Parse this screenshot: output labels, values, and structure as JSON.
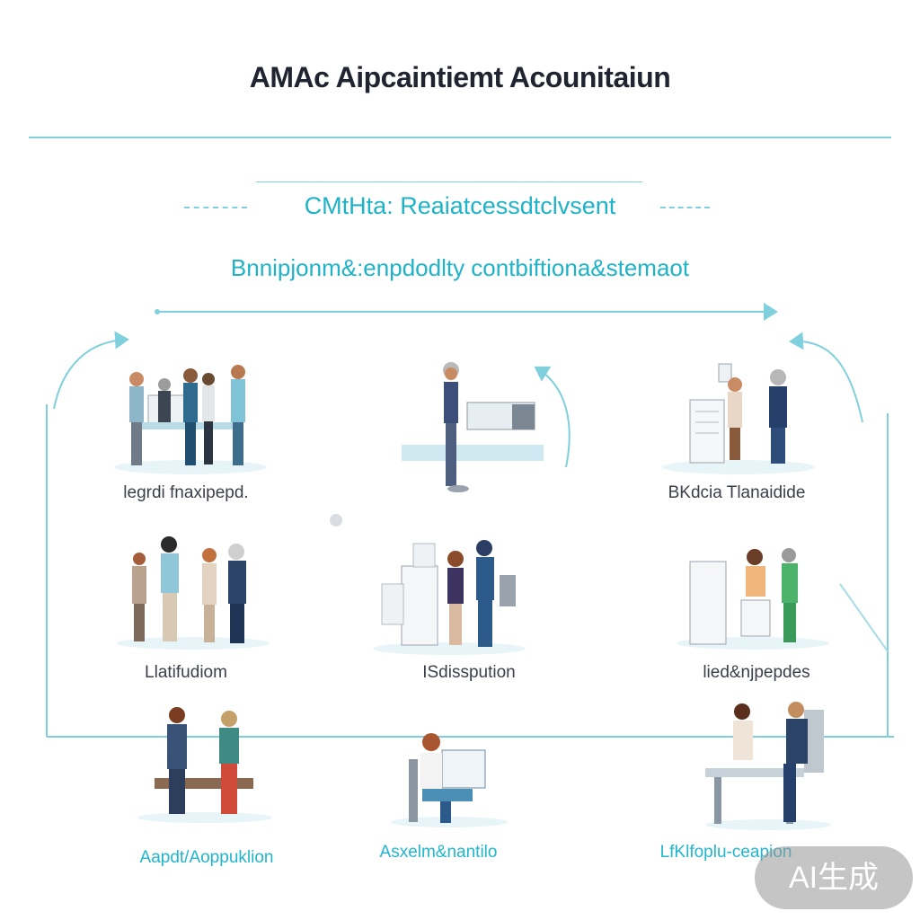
{
  "header": {
    "title": "AMAc Aipcaintiemt Acounitaiun",
    "subtitle": "CMtHta: Reaiatcessdtclvsent",
    "subtitle2": "Bnnipjonm&:enpdodlty contbiftiona&stemaot"
  },
  "steps": [
    {
      "label": "legrdi fnaxipepd."
    },
    {
      "label": ""
    },
    {
      "label": "BKdcia Tlanaidide"
    },
    {
      "label": "Llatifudiom"
    },
    {
      "label": "ISdisspution"
    },
    {
      "label": "lied&njpepdes"
    },
    {
      "label": "Aapdt/Aoppuklion"
    },
    {
      "label": "Asxelm&nantilo"
    },
    {
      "label": "LfKlfoplu-ceapion"
    }
  ],
  "watermark": {
    "text": "AI生成"
  },
  "colors": {
    "accent": "#1fb3c8",
    "line": "#7fd0dc",
    "title": "#1f2430"
  }
}
